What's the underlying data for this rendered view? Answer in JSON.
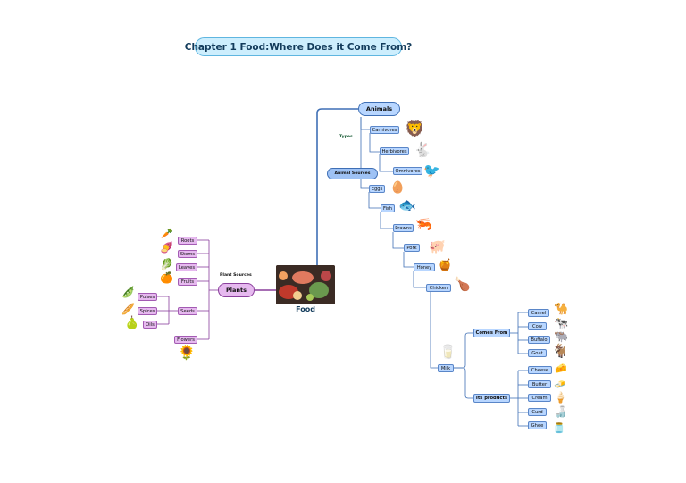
{
  "title": "Chapter 1 Food:Where Does it Come From?",
  "center": {
    "label": "Food"
  },
  "animals": {
    "label": "Animals",
    "types_label": "Types",
    "types": [
      "Carnivores",
      "Herbivores",
      "Omnivores"
    ],
    "sources_label": "Animal Sources",
    "sources": [
      "Eggs",
      "Fish",
      "Prawns",
      "Pork",
      "Honey",
      "Chicken"
    ],
    "milk": {
      "label": "Milk",
      "comes_from_label": "Comes From",
      "comes_from": [
        "Camel",
        "Cow",
        "Buffalo",
        "Goat"
      ],
      "products_label": "Its products",
      "products": [
        "Cheese",
        "Butter",
        "Cream",
        "Curd",
        "Ghee"
      ]
    }
  },
  "plants": {
    "label": "Plants",
    "sources_label": "Plant Sources",
    "parts": [
      "Roots",
      "Stems",
      "Leaves",
      "Fruits",
      "Seeds",
      "Flowers"
    ],
    "seeds": [
      "Pulses",
      "Spices",
      "Oils"
    ]
  },
  "icons": {
    "carnivores": "lion-icon",
    "herbivores": "rabbit-icon",
    "omnivores": "crow-icon",
    "eggs": "eggs-icon",
    "fish": "fish-icon",
    "prawns": "prawn-icon",
    "pork": "pig-icon",
    "honey": "honey-icon",
    "chicken": "roast-chicken-icon",
    "milk": "milk-boy-icon",
    "camel": "camel-icon",
    "cow": "cow-icon",
    "buffalo": "buffalo-icon",
    "goat": "goat-icon",
    "cheese": "cheese-icon",
    "butter": "butter-icon",
    "cream": "cream-icon",
    "curd": "curd-icon",
    "ghee": "ghee-icon",
    "roots": "carrot-icon",
    "stems": "beetroot-icon",
    "leaves": "spinach-icon",
    "fruits": "orange-icon",
    "pulses": "pea-pod-icon",
    "spices": "cinnamon-icon",
    "oils": "oil-bottle-icon",
    "flowers": "sunflower-icon"
  },
  "colors": {
    "title_fill": "#cdeefd",
    "title_border": "#5fb6e0",
    "animal_fill": "#b8d6ff",
    "animal_line": "#3f6fb5",
    "plant_fill": "#e6b9ef",
    "plant_line": "#8a3f9c"
  }
}
